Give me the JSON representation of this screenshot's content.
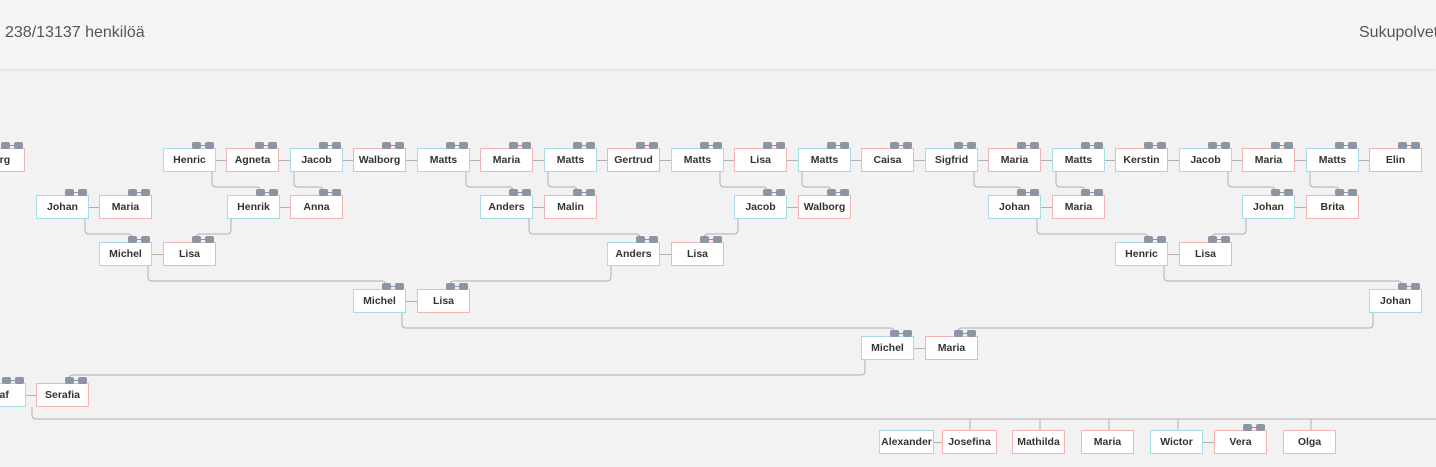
{
  "header": {
    "person_count": "238/13137 henkilöä",
    "generations_label": "Sukupolvet"
  },
  "colors": {
    "male_border": "#a6dce8",
    "female_border": "#f3b4b4",
    "connector": "#b0b0b0",
    "control": "#8d95a5"
  },
  "icons": {
    "expand_control": "expand-toggle-icon"
  },
  "tree": {
    "generation_6": [
      "borg",
      "Henric",
      "Agneta",
      "Jacob",
      "Walborg",
      "Matts",
      "Maria",
      "Matts",
      "Gertrud",
      "Matts",
      "Lisa",
      "Matts",
      "Caisa",
      "Sigfrid",
      "Maria",
      "Matts",
      "Kerstin",
      "Jacob",
      "Maria",
      "Matts",
      "Elin"
    ],
    "generation_5": [
      "Johan",
      "Maria",
      "Henrik",
      "Anna",
      "Anders",
      "Malin",
      "Jacob",
      "Walborg",
      "Johan",
      "Maria",
      "Johan",
      "Brita"
    ],
    "generation_4": [
      "Michel",
      "Lisa",
      "Anders",
      "Lisa",
      "Henric",
      "Lisa"
    ],
    "generation_3": [
      "Michel",
      "Lisa",
      "Johan"
    ],
    "generation_2": [
      "Michel",
      "Maria"
    ],
    "generation_1": [
      "staf",
      "Serafia"
    ],
    "children": [
      "Alexander",
      "Josefina",
      "Mathilda",
      "Maria",
      "Wictor",
      "Vera",
      "Olga"
    ]
  }
}
